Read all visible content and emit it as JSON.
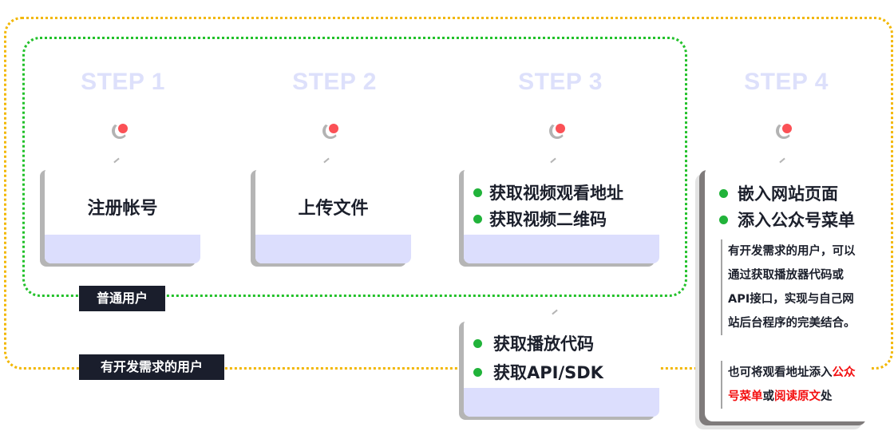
{
  "steps": [
    {
      "label": "STEP 1",
      "card_title": "注册帐号"
    },
    {
      "label": "STEP 2",
      "card_title": "上传文件"
    },
    {
      "label": "STEP 3",
      "bullets": [
        "获取视频观看地址",
        "获取视频二维码"
      ],
      "extra_card_bullets": [
        "获取播放代码",
        "获取API/SDK"
      ]
    },
    {
      "label": "STEP 4",
      "bullets": [
        "嵌入网站页面",
        "添入公众号菜单"
      ],
      "note_1": "有开发需求的用户，可以通过获取播放器代码或API接口，实现与自己网站后台程序的完美结合。",
      "note_2": {
        "prefix": "也可将观看地址添入",
        "red_1": "公众号菜单",
        "middle": "或",
        "red_2": "阅读原文",
        "suffix": "处"
      }
    }
  ],
  "groups": {
    "regular_users": "普通用户",
    "developer_users": "有开发需求的用户"
  },
  "colors": {
    "regular_border": "#22c12a",
    "developer_border": "#f2b700",
    "step_label": "#dde0fb",
    "pin_dot": "#fb5156",
    "bullet": "#21b33a",
    "highlight_red": "#f30f10",
    "tag_bg": "#1a1e2c"
  }
}
